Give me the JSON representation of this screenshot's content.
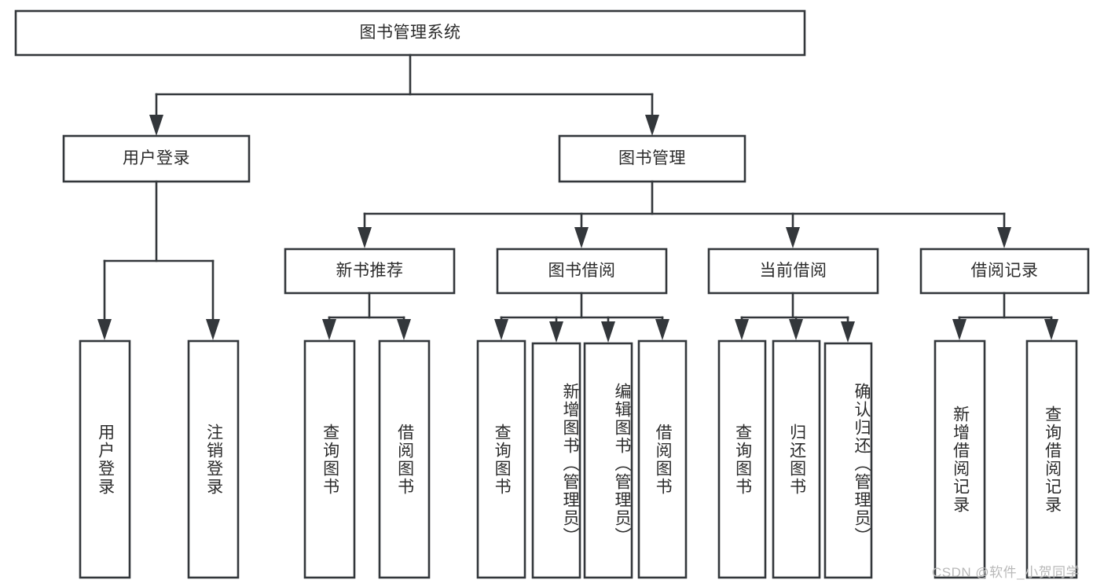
{
  "diagram": {
    "title": "图书管理系统",
    "type": "tree-hierarchy-chart",
    "root": {
      "id": "root",
      "label": "图书管理系统",
      "orientation": "horizontal"
    },
    "level1": [
      {
        "id": "user-login",
        "label": "用户登录",
        "orientation": "horizontal"
      },
      {
        "id": "book-manage",
        "label": "图书管理",
        "orientation": "horizontal"
      }
    ],
    "level2": [
      {
        "id": "new-book-rec",
        "label": "新书推荐",
        "orientation": "horizontal",
        "parent": "book-manage"
      },
      {
        "id": "book-borrow",
        "label": "图书借阅",
        "orientation": "horizontal",
        "parent": "book-manage"
      },
      {
        "id": "current-borrow",
        "label": "当前借阅",
        "orientation": "horizontal",
        "parent": "book-manage"
      },
      {
        "id": "borrow-record",
        "label": "借阅记录",
        "orientation": "horizontal",
        "parent": "book-manage"
      }
    ],
    "leaves": [
      {
        "id": "leaf-user-login",
        "label": "用户登录",
        "orientation": "vertical",
        "parent": "user-login"
      },
      {
        "id": "leaf-user-logout",
        "label": "注销登录",
        "orientation": "vertical",
        "parent": "user-login"
      },
      {
        "id": "leaf-query-book-1",
        "label": "查询图书",
        "orientation": "vertical",
        "parent": "new-book-rec"
      },
      {
        "id": "leaf-borrow-book-1",
        "label": "借阅图书",
        "orientation": "vertical",
        "parent": "new-book-rec"
      },
      {
        "id": "leaf-query-book-2",
        "label": "查询图书",
        "orientation": "vertical",
        "parent": "book-borrow"
      },
      {
        "id": "leaf-add-book",
        "label": "新增图书（管理员）",
        "orientation": "vertical",
        "parent": "book-borrow"
      },
      {
        "id": "leaf-edit-book",
        "label": "编辑图书（管理员）",
        "orientation": "vertical",
        "parent": "book-borrow"
      },
      {
        "id": "leaf-borrow-book-2",
        "label": "借阅图书",
        "orientation": "vertical",
        "parent": "book-borrow"
      },
      {
        "id": "leaf-query-book-3",
        "label": "查询图书",
        "orientation": "vertical",
        "parent": "current-borrow"
      },
      {
        "id": "leaf-return-book",
        "label": "归还图书",
        "orientation": "vertical",
        "parent": "current-borrow"
      },
      {
        "id": "leaf-confirm-return",
        "label": "确认归还（管理员）",
        "orientation": "vertical",
        "parent": "current-borrow"
      },
      {
        "id": "leaf-add-record",
        "label": "新增借阅记录",
        "orientation": "vertical",
        "parent": "borrow-record"
      },
      {
        "id": "leaf-query-record",
        "label": "查询借阅记录",
        "orientation": "vertical",
        "parent": "borrow-record"
      }
    ]
  },
  "watermark": {
    "text": "CSDN @软件_小贺同学"
  },
  "colors": {
    "stroke": "#33373b",
    "fill": "#ffffff",
    "text": "#2b2b2b",
    "watermark": "#b9b9b9",
    "background": "#ffffff"
  }
}
